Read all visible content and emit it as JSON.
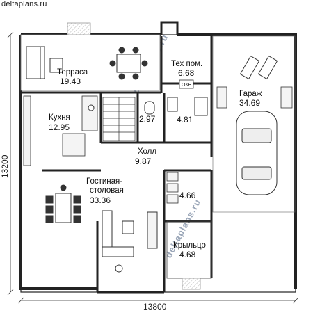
{
  "site": {
    "name": "deltaplans.ru"
  },
  "watermark": "deltaplans.ru",
  "rooms": {
    "terrace": {
      "name": "Терраса",
      "area": "19.43"
    },
    "tech": {
      "name": "Тех пом.",
      "area": "6.68"
    },
    "garage": {
      "name": "Гараж",
      "area": "34.69"
    },
    "kitchen": {
      "name": "Кухня",
      "area": "12.95"
    },
    "wc": {
      "area": "2.97"
    },
    "bath": {
      "area": "4.81"
    },
    "hall": {
      "name": "Холл",
      "area": "9.87"
    },
    "living": {
      "name_line1": "Гостиная-",
      "name_line2": "столовая",
      "area": "33.36"
    },
    "storage": {
      "area": "4.66"
    },
    "porch": {
      "name": "Крыльцо",
      "area": "4.68"
    }
  },
  "boiler_label": "ОКБ",
  "dimensions": {
    "width": "13800",
    "height": "13200"
  }
}
